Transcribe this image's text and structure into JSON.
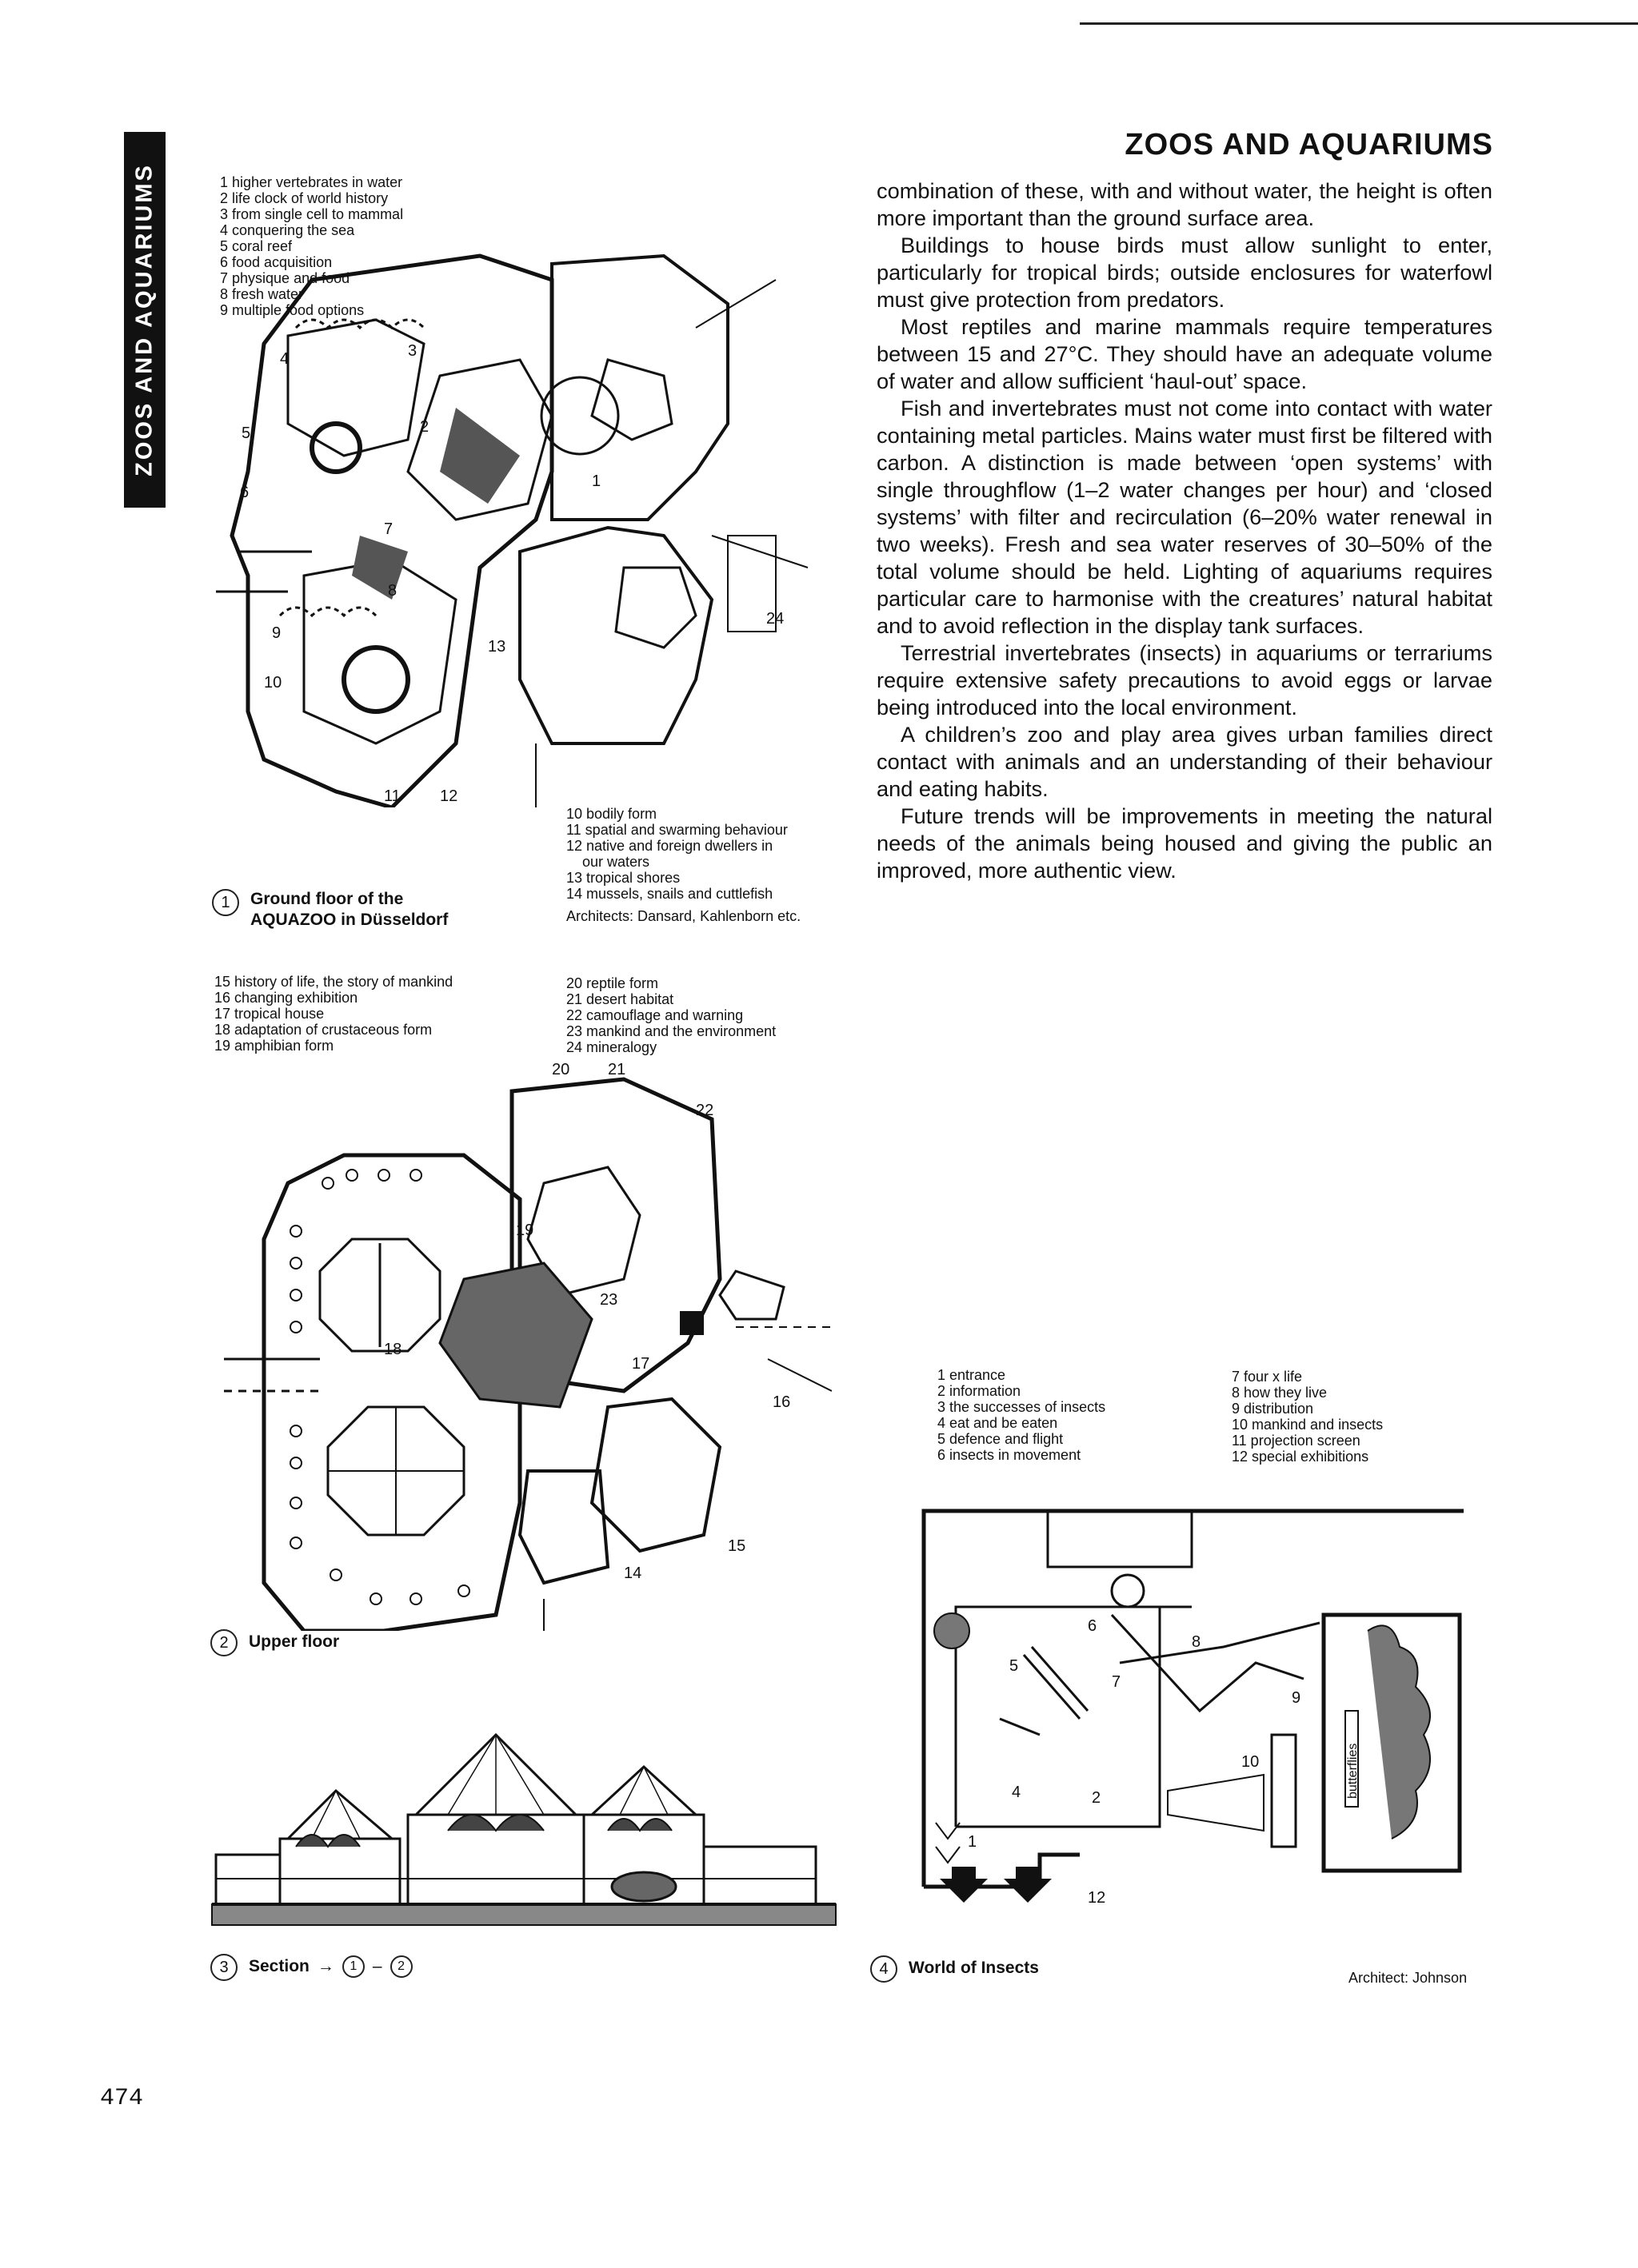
{
  "side_tab": "ZOOS AND AQUARIUMS",
  "heading": "ZOOS AND AQUARIUMS",
  "paragraphs": [
    "combination of these, with and without water, the height is often more important than the ground surface area.",
    "Buildings to house birds must allow sunlight to enter, particularly for tropical birds; outside enclosures for waterfowl must give protection from predators.",
    "Most reptiles and marine mammals require temperatures between 15 and 27°C. They should have an adequate volume of water and allow sufficient ‘haul-out’ space.",
    "Fish and invertebrates must not come into contact with water containing metal particles. Mains water must first be filtered with carbon. A distinction is made between ‘open systems’ with single throughflow (1–2 water changes per hour) and ‘closed systems’ with filter and recirculation (6–20% water renewal in two weeks). Fresh and sea water reserves of 30–50% of the total volume should be held. Lighting of aquariums requires particular care to harmonise with the creatures’ natural habitat and to avoid reflection in the display tank surfaces.",
    "Terrestrial invertebrates (insects) in aquariums or terrariums require extensive safety precautions to avoid eggs or larvae being introduced into the local environment.",
    "A children’s zoo and play area gives urban families direct contact with animals and an understanding of their behaviour and eating habits.",
    "Future trends will be improvements in meeting the natural needs of the animals being housed and giving the public an improved, more authentic view."
  ],
  "fig1": {
    "legend_a": [
      "1 higher vertebrates in water",
      "2 life clock of world history",
      "3 from single cell to mammal",
      "4 conquering the sea",
      "5 coral reef",
      "6 food acquisition",
      "7 physique and food",
      "8 fresh water",
      "9 multiple food options"
    ],
    "legend_b": [
      "10 bodily form",
      "11 spatial and swarming behaviour",
      "12 native and foreign dwellers in",
      "    our waters",
      "13 tropical shores",
      "14 mussels, snails and cuttlefish"
    ],
    "architects": "Architects: Dansard, Kahlenborn etc.",
    "number": "1",
    "caption_line1": "Ground floor of the",
    "caption_line2": "AQUAZOO in Düsseldorf",
    "plan_labels": [
      "1",
      "2",
      "3",
      "4",
      "5",
      "6",
      "7",
      "8",
      "9",
      "10",
      "11",
      "12",
      "13",
      "24"
    ]
  },
  "fig2": {
    "legend_a": [
      "15 history of life, the story of mankind",
      "16 changing exhibition",
      "17 tropical house",
      "18 adaptation of crustaceous form",
      "19 amphibian form"
    ],
    "legend_b": [
      "20 reptile form",
      "21 desert habitat",
      "22 camouflage and warning",
      "23 mankind and the environment",
      "24 mineralogy"
    ],
    "number": "2",
    "caption": "Upper floor",
    "plan_labels": [
      "20",
      "21",
      "22",
      "19",
      "23",
      "18",
      "17",
      "16",
      "15",
      "14"
    ]
  },
  "fig3": {
    "number": "3",
    "caption": "Section",
    "ref_arrow": "→",
    "ref_a": "1",
    "ref_dash": "–",
    "ref_b": "2"
  },
  "fig4": {
    "legend_a": [
      "1 entrance",
      "2 information",
      "3 the successes of insects",
      "4 eat and be eaten",
      "5 defence and flight",
      "6 insects in movement"
    ],
    "legend_b": [
      "7 four x life",
      "8 how they live",
      "9 distribution",
      "10 mankind and insects",
      "11 projection screen",
      "12 special exhibitions"
    ],
    "number": "4",
    "caption": "World of Insects",
    "architect": "Architect: Johnson",
    "plan_labels": [
      "6",
      "8",
      "5",
      "7",
      "9",
      "10",
      "4",
      "2",
      "1",
      "12"
    ],
    "butterflies_label": "butterflies"
  },
  "page_number": "474"
}
